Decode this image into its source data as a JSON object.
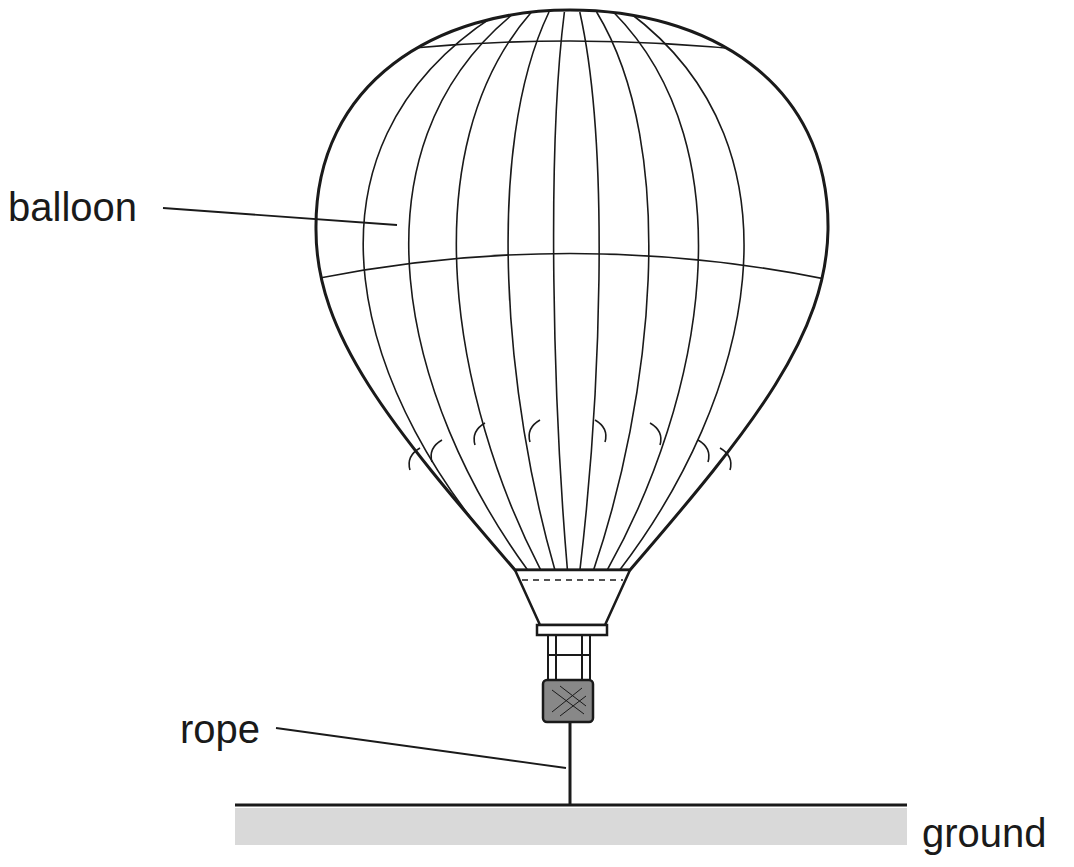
{
  "diagram": {
    "labels": [
      "balloon",
      "rope",
      "ground"
    ]
  }
}
